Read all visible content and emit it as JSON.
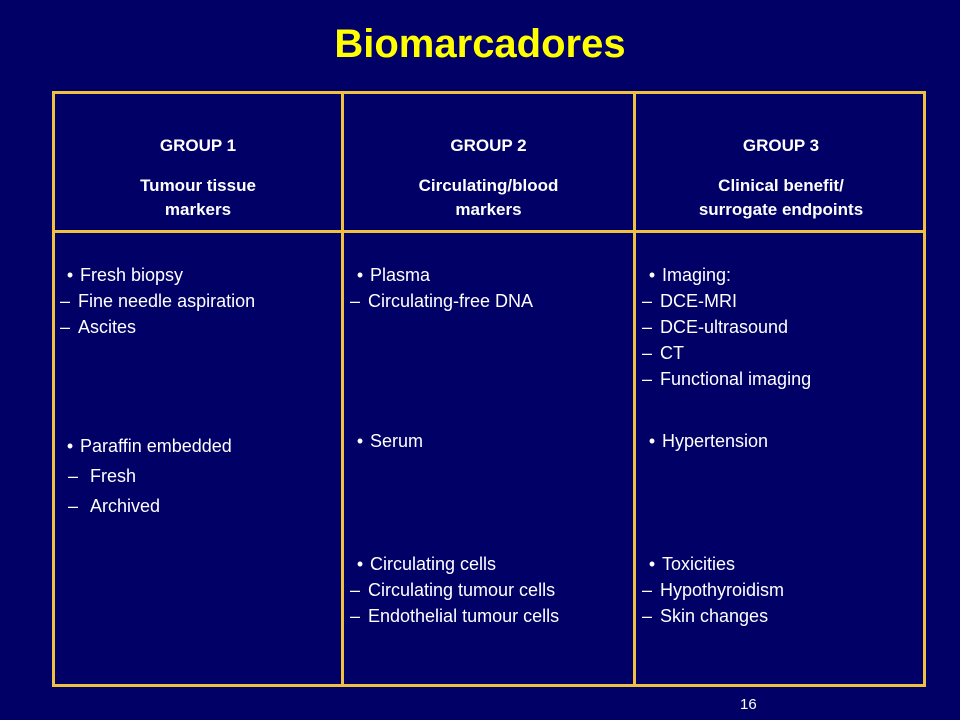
{
  "slide": {
    "title": "Biomarcadores",
    "page_number": "16"
  },
  "table": {
    "groups": [
      "GROUP 1",
      "GROUP 2",
      "GROUP 3"
    ],
    "subheaders": [
      "Tumour tissue\nmarkers",
      "Circulating/blood\nmarkers",
      "Clinical benefit/\nsurrogate endpoints"
    ],
    "col1": {
      "block1": {
        "bullet": "Fresh biopsy",
        "subs": [
          "Fine needle aspiration",
          "Ascites"
        ]
      },
      "block2": {
        "bullet": "Paraffin embedded",
        "subs": [
          "Fresh",
          "Archived"
        ]
      }
    },
    "col2": {
      "block1": {
        "bullet": "Plasma",
        "subs": [
          "Circulating-free DNA"
        ]
      },
      "block2": {
        "bullet": "Serum"
      },
      "block3": {
        "bullet": "Circulating cells",
        "subs": [
          "Circulating tumour cells",
          "Endothelial tumour cells"
        ]
      }
    },
    "col3": {
      "block1": {
        "bullet": "Imaging:",
        "subs": [
          "DCE-MRI",
          "DCE-ultrasound",
          "CT",
          "Functional imaging"
        ]
      },
      "block2": {
        "bullet": "Hypertension"
      },
      "block3": {
        "bullet": "Toxicities",
        "subs": [
          "Hypothyroidism",
          "Skin changes"
        ]
      }
    }
  },
  "symbols": {
    "bullet": "•",
    "dash": "–"
  },
  "colors": {
    "background": "#000066",
    "title": "#ffff00",
    "border": "#f0c040",
    "text": "#ffffff"
  }
}
